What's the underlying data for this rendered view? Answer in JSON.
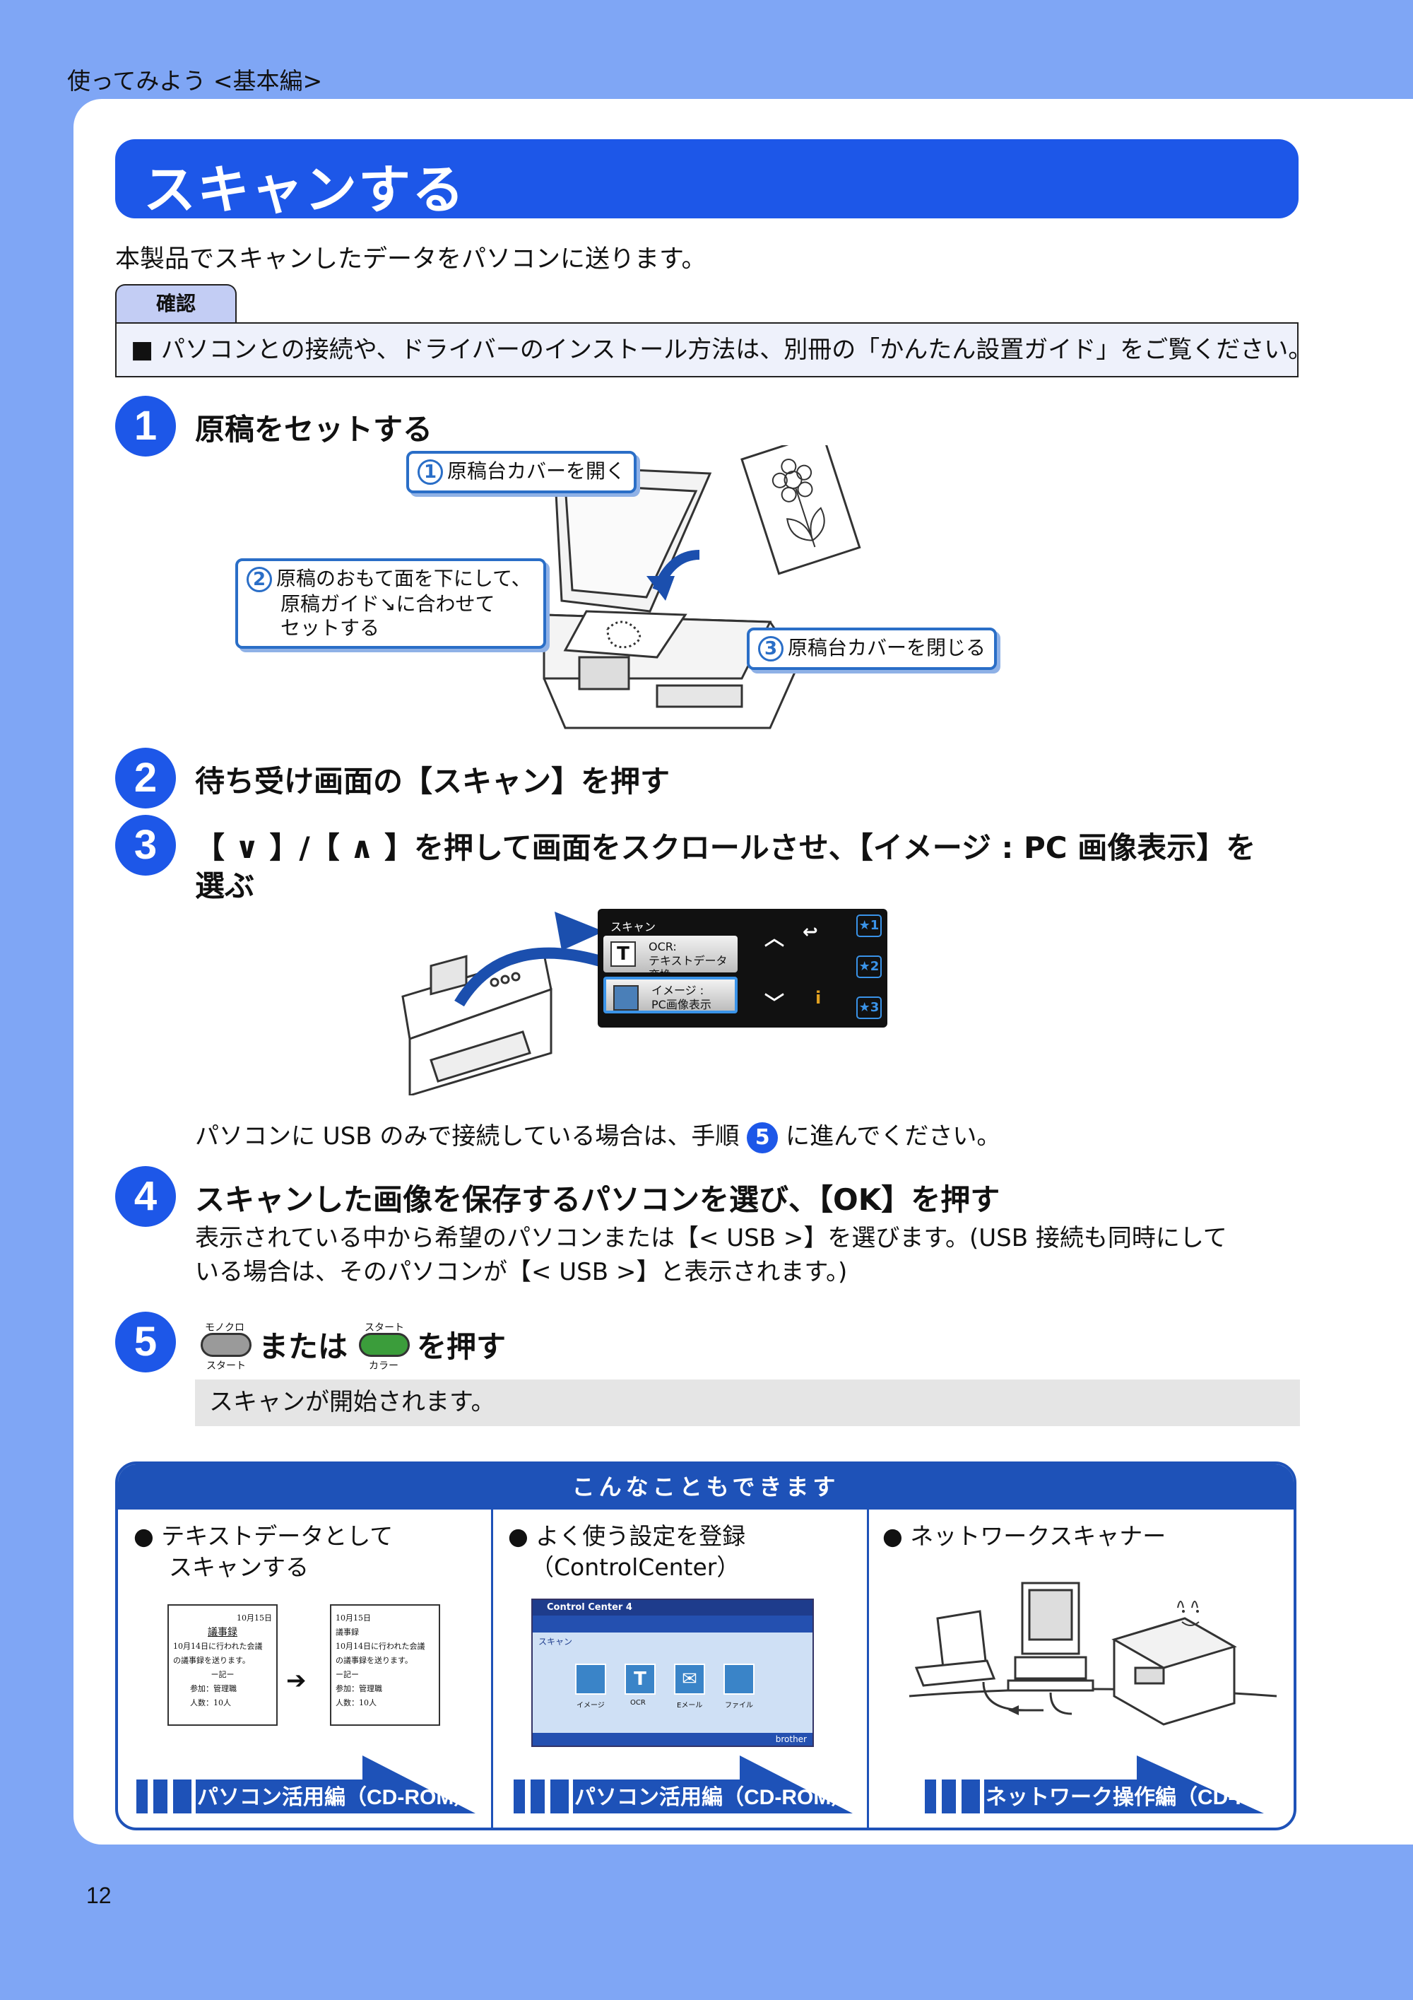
{
  "header": {
    "section": "使ってみよう <基本編>"
  },
  "title": "スキャンする",
  "intro": "本製品でスキャンしたデータをパソコンに送ります。",
  "confirm": {
    "tab": "確認",
    "text": "■ パソコンとの接続や、ドライバーのインストール方法は、別冊の「かんたん設置ガイド」をご覧ください。"
  },
  "steps": {
    "s1": {
      "num": "1",
      "title": "原稿をセットする"
    },
    "s2": {
      "num": "2",
      "title": "待ち受け画面の【スキャン】を押す"
    },
    "s3": {
      "num": "3",
      "title_line1": "【 ∨ 】/【 ∧ 】を押して画面をスクロールさせ、【イメージ : PC 画像表示】を",
      "title_line2": "選ぶ",
      "note_before": "パソコンに USB のみで接続している場合は、手順",
      "note_num": "5",
      "note_after": "に進んでください。"
    },
    "s4": {
      "num": "4",
      "title": "スキャンした画像を保存するパソコンを選び、【OK】を押す",
      "body_line1": "表示されている中から希望のパソコンまたは【< USB >】を選びます。(USB 接続も同時にして",
      "body_line2": "いる場合は、そのパソコンが【< USB >】と表示されます。)"
    },
    "s5": {
      "num": "5",
      "mid": "または",
      "end": "を押す",
      "mono_top": "モノクロ",
      "mono_bottom": "スタート",
      "color_top": "スタート",
      "color_bottom": "カラー",
      "status": "スキャンが開始されます。"
    }
  },
  "callouts": {
    "c1": {
      "num": "1",
      "text": "原稿台カバーを開く"
    },
    "c2": {
      "num": "2",
      "line1": "原稿のおもて面を下にして、",
      "line2": "原稿ガイド↘に合わせて",
      "line3": "セットする"
    },
    "c3": {
      "num": "3",
      "text": "原稿台カバーを閉じる"
    }
  },
  "lcd": {
    "title": "スキャン",
    "btn1_line1": "OCR:",
    "btn1_line2": "テキストデータ変換",
    "btn2_line1": "イメージ :",
    "btn2_line2": "PC画像表示",
    "star1": "★1",
    "star2": "★2",
    "star3": "★3"
  },
  "more": {
    "header": "こんなこともできます",
    "col1": {
      "line1": "● テキストデータとして",
      "line2": "スキャンする",
      "ref": "パソコン活用編（CD-ROM）"
    },
    "col2": {
      "line1": "● よく使う設定を登録",
      "line2": "（ControlCenter）",
      "ref": "パソコン活用編（CD-ROM）"
    },
    "col3": {
      "line1": "● ネットワークスキャナー",
      "ref": "ネットワーク操作編（CD-ROM）"
    },
    "memo": {
      "date": "10月15日",
      "heading": "議事録",
      "l1": "10月14日に行われた会議",
      "l2": "の議事録を送ります。",
      "l3": "ー記ー",
      "l4": "参加：管理職",
      "l5": "人数：10人"
    },
    "cc": {
      "app": "Control Center 4",
      "tab": "スキャン",
      "i1": "イメージ",
      "i2": "OCR",
      "i3": "Eメール",
      "i4": "ファイル",
      "brand": "brother"
    }
  },
  "page_number": "12"
}
